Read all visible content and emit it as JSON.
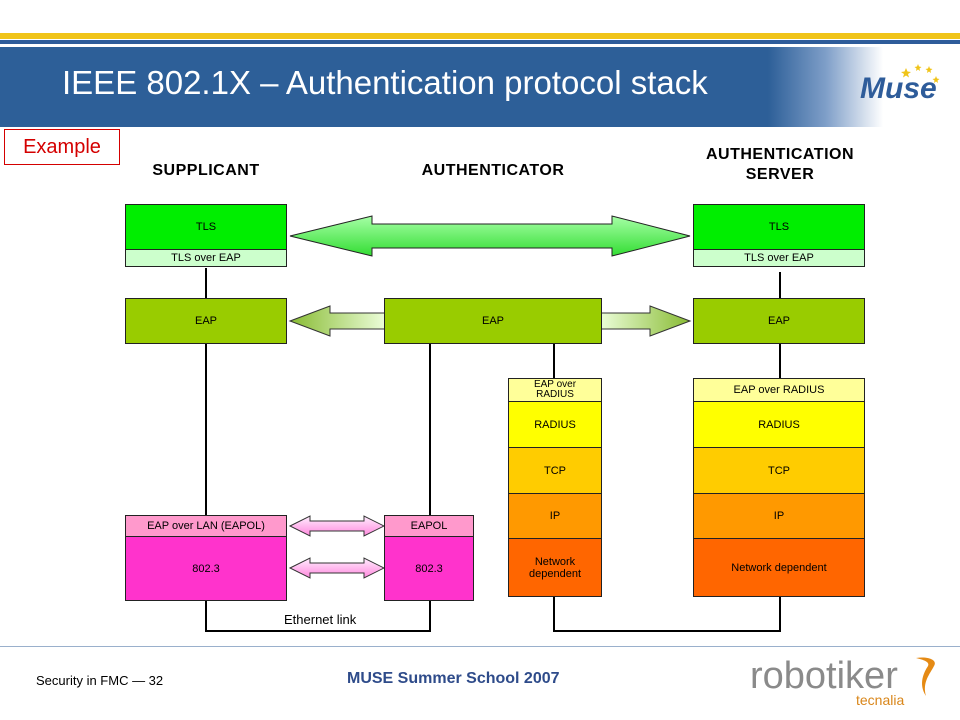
{
  "slide": {
    "title": "IEEE 802.1X – Authentication protocol stack",
    "example_label": "Example",
    "logo_text": "Muse",
    "footer_left": "Security in FMC — 32",
    "footer_center": "MUSE Summer School 2007",
    "company_logo_text": "robotiker",
    "company_logo_subtext": "tecnalia"
  },
  "columns": {
    "supplicant": "SUPPLICANT",
    "authenticator": "AUTHENTICATOR",
    "server_line1": "AUTHENTICATION",
    "server_line2": "SERVER"
  },
  "supplicant": {
    "tls": "TLS",
    "tls_over_eap": "TLS over EAP",
    "eap": "EAP",
    "eapol": "EAP over LAN (EAPOL)",
    "e8023": "802.3"
  },
  "authenticator": {
    "eap": "EAP",
    "eap_over_radius_1": "EAP over",
    "eap_over_radius_2": "RADIUS",
    "radius": "RADIUS",
    "tcp": "TCP",
    "ip": "IP",
    "net_1": "Network",
    "net_2": "dependent",
    "eapol": "EAPOL",
    "e8023": "802.3"
  },
  "server": {
    "tls": "TLS",
    "tls_over_eap": "TLS over EAP",
    "eap": "EAP",
    "eap_over_radius": "EAP over RADIUS",
    "radius": "RADIUS",
    "tcp": "TCP",
    "ip": "IP",
    "net": "Network dependent"
  },
  "links": {
    "ethernet": "Ethernet link"
  },
  "colors": {
    "header_blue": "#2d5f98",
    "accent_yellow": "#f0c419",
    "tls_green": "#00ee00",
    "eap_green": "#99cc00",
    "eapol_pink": "#ff99cc",
    "lan_magenta": "#ff33cc",
    "radius_yellow": "#ffff00",
    "tcp_orange": "#ffcc00",
    "ip_orange": "#ff9900",
    "net_orange": "#ff6600"
  }
}
